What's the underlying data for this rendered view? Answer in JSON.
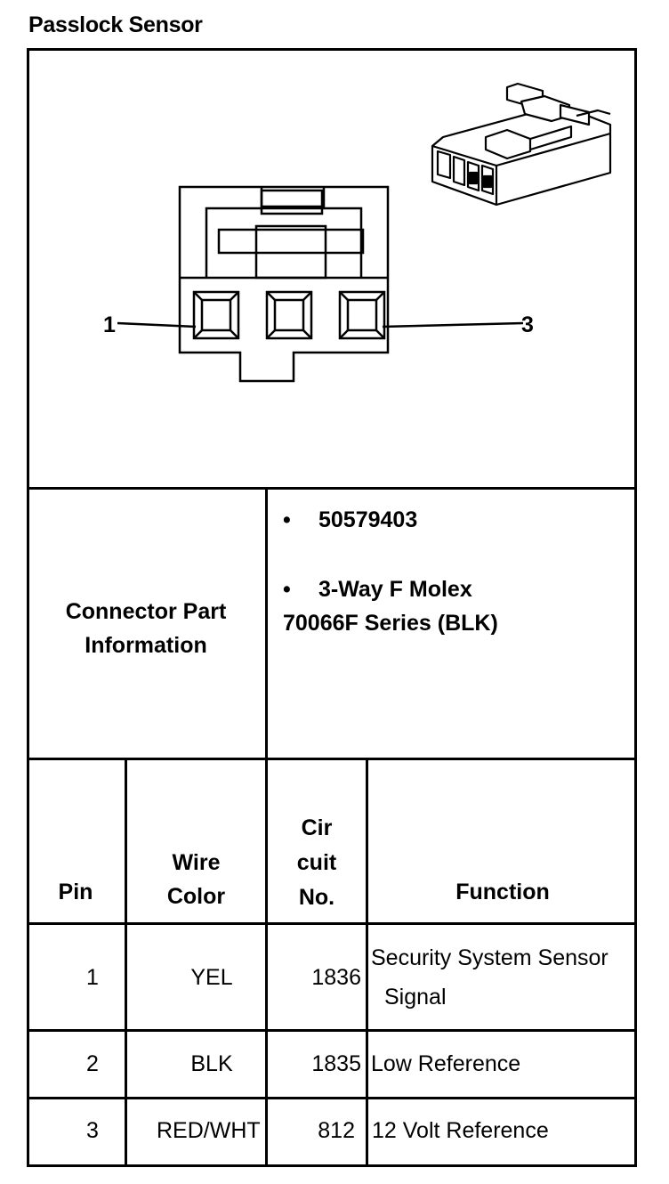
{
  "title": "Passlock Sensor",
  "diagram": {
    "pin_label_left": "1",
    "pin_label_right": "3"
  },
  "connector_info": {
    "label_line1": "Connector Part",
    "label_line2": "Information",
    "bullets": [
      {
        "symbol": "•",
        "lines": [
          "50579403"
        ]
      },
      {
        "symbol": "•",
        "lines": [
          "3-Way F Molex",
          "70066F Series (BLK)"
        ]
      }
    ]
  },
  "table": {
    "headers": {
      "pin": "Pin",
      "wire_color": [
        "Wire",
        "Color"
      ],
      "circuit": [
        "Cir",
        "cuit",
        "No."
      ],
      "function": "Function"
    },
    "rows": [
      {
        "pin": "1",
        "wire_color": "YEL",
        "circuit": "1836",
        "function": [
          "Security System Sensor",
          "Signal"
        ]
      },
      {
        "pin": "2",
        "wire_color": "BLK",
        "circuit": "1835",
        "function": [
          "Low Reference"
        ]
      },
      {
        "pin": "3",
        "wire_color": "RED/WHT",
        "circuit": "812",
        "function": [
          "12 Volt Reference"
        ]
      }
    ]
  }
}
